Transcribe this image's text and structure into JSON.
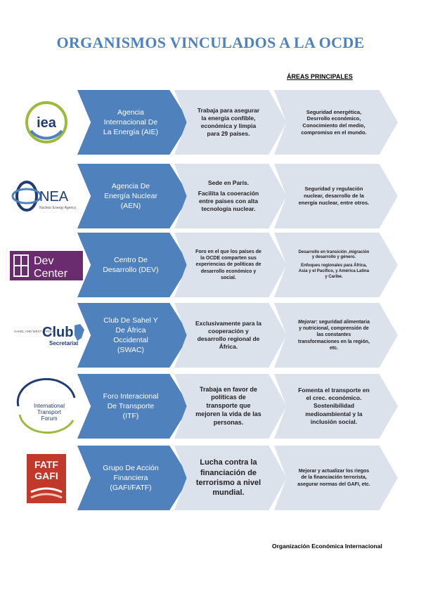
{
  "title": "ORGANISMOS VINCULADOS A LA OCDE",
  "areas_heading": "ÁREAS PRINCIPALES",
  "footer": "Organización Económica Internacional",
  "colors": {
    "blue": "#4f81bd",
    "grey": "#dce2ec",
    "dev_purple": "#6b2c6f",
    "fatf_red": "#c0392b"
  },
  "rows": [
    {
      "logo_text": "iea",
      "name": "Agencia Internacional De La Energía (AIE)",
      "desc": "Trabaja para asegurar la energía confible, económica y limpia para 29 países.",
      "areas": "Seguridad energética, Desrrollo económico, Conocimiento del medio, compromiso en el mundo."
    },
    {
      "logo_text": "NEA",
      "logo_sub": "Nuclear Energy Agency",
      "name": "Agencia De Energía Nuclear (AEN)",
      "desc_head": "Sede en París.",
      "desc": "Facilita la cooeración entre paises con alta tecnología nuclear.",
      "areas": "Seguridad y regulación nuclear, desarrollo de la energía nuclear, entre otros."
    },
    {
      "logo_text_1": "Dev",
      "logo_text_2": "Center",
      "name": "Centro De Desarrollo (DEV)",
      "desc": "Foro en el que los países de la OCDE comparten sus experiencias de políticas de desarrollo económico y social.",
      "areas": "Desarrollo en transición ,migración y desarrollo y género.",
      "areas_2": "Enfoques regionales para África, Asia y el Pacífico, y América Latina y Caribe."
    },
    {
      "logo_small": "SAHEL AND WEST AFRICA",
      "logo_text": "Club",
      "logo_sub": "Secretariat",
      "name": "Club De Sahel Y De África Occidental (SWAC)",
      "desc": "Exclusivamente para la cooperación y desarrollo regional de África.",
      "areas_em": "Mejorar",
      "areas": ": seguridad alimentaria y nutricional, comprensión de las constantes transformaciones en la región, etc."
    },
    {
      "logo_text_1": "International",
      "logo_text_2": "Transport",
      "logo_text_3": "Forum",
      "name": "Foro Interacional De Transporte (ITF)",
      "desc": "Trabaja en favor de políticas de transporte que mejoren la vida de las personas.",
      "areas": "Fomenta el transporte en el crec. económico. Sostenibilidad medioambiental y la inclusión social."
    },
    {
      "logo_text_1": "FATF",
      "logo_text_2": "GAFI",
      "name": "Grupo De Acción Financiera (GAFI/FATF)",
      "desc": "Lucha contra la financiación de terrorismo a nivel mundial.",
      "areas": "Mejorar y actualizar los riegos de la financiación terrorista, asegurar normas del GAFI, etc."
    }
  ]
}
